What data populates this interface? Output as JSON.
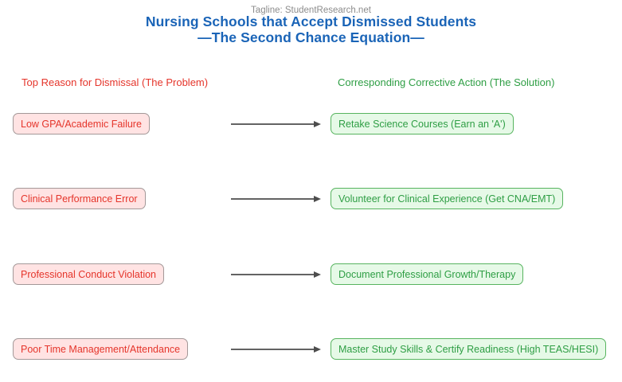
{
  "tagline": "Tagline: StudentResearch.net",
  "title": {
    "line1": "Nursing Schools that Accept Dismissed Students",
    "line2": "—The Second Chance Equation—"
  },
  "columns": {
    "problem_header": "Top Reason for Dismissal (The Problem)",
    "solution_header": "Corresponding Corrective Action (The Solution)"
  },
  "rows": [
    {
      "problem": "Low GPA/Academic Failure",
      "solution": "Retake Science Courses (Earn an 'A')"
    },
    {
      "problem": "Clinical Performance Error",
      "solution": "Volunteer for Clinical Experience (Get CNA/EMT)"
    },
    {
      "problem": "Professional Conduct Violation",
      "solution": "Document Professional Growth/Therapy"
    },
    {
      "problem": "Poor Time Management/Attendance",
      "solution": "Master Study Skills & Certify Readiness (High TEAS/HESI)"
    }
  ],
  "colors": {
    "title_blue": "#1a64b7",
    "tagline_gray": "#8c8c8c",
    "problem_text": "#e5352b",
    "problem_fill": "#ffe3e3",
    "problem_border": "#a39898",
    "solution_text": "#2e9e44",
    "solution_fill": "#e6f9e7",
    "solution_border": "#57b45f",
    "arrow_gray": "#4d4d4d",
    "background": "#ffffff"
  }
}
